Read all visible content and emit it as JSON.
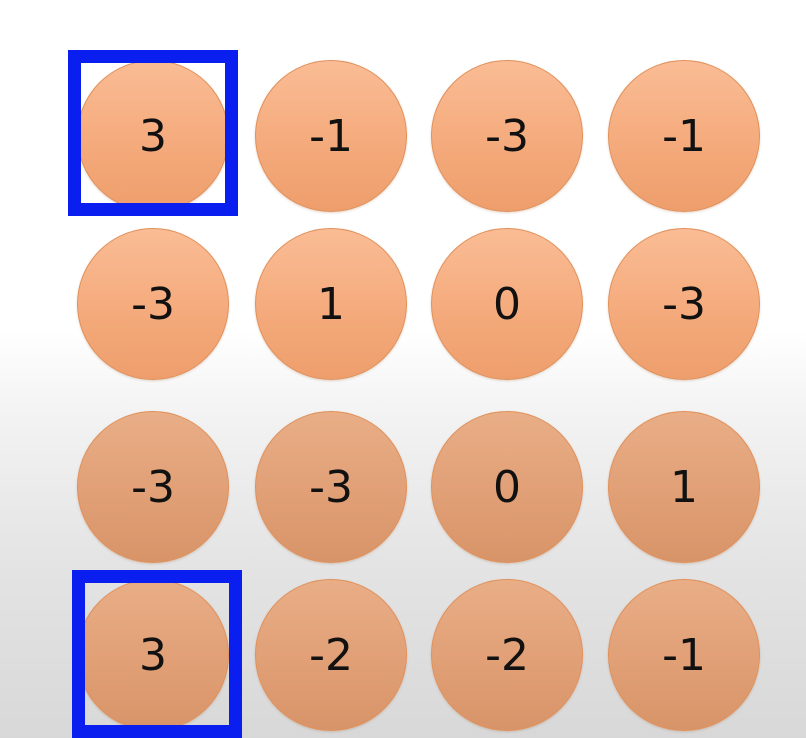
{
  "grid": {
    "rows": [
      [
        "3",
        "-1",
        "-3",
        "-1"
      ],
      [
        "-3",
        "1",
        "0",
        "-3"
      ],
      [
        "-3",
        "-3",
        "0",
        "1"
      ],
      [
        "3",
        "-2",
        "-2",
        "-1"
      ]
    ]
  },
  "highlighted_cells": [
    {
      "row": 0,
      "col": 0
    },
    {
      "row": 3,
      "col": 0
    }
  ],
  "colors": {
    "circle_fill": "#f4a97a",
    "circle_border": "#e0915a",
    "highlight_border": "#0a1ef0",
    "text": "#111111"
  }
}
